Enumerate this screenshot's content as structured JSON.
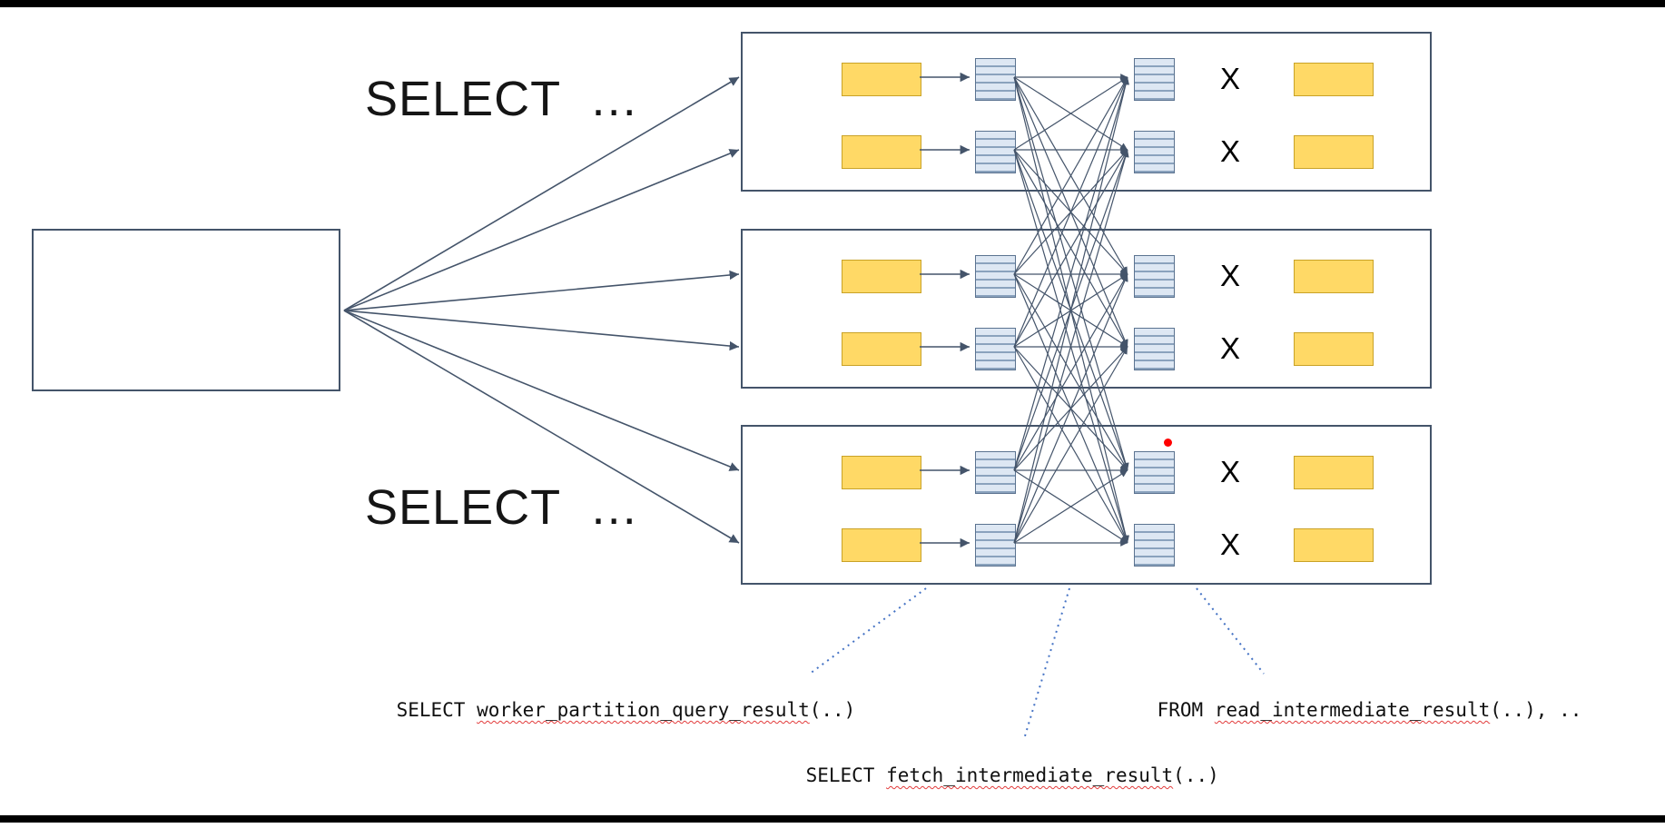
{
  "labels": {
    "select_top": "SELECT  …",
    "select_bottom": "SELECT  …",
    "x": "X"
  },
  "annotations": {
    "partition": {
      "keyword": "SELECT ",
      "func": "worker_partition_query_result",
      "suffix": "(..)"
    },
    "read": {
      "keyword": "FROM ",
      "func": "read_intermediate_result",
      "suffix": "(..), .."
    },
    "fetch": {
      "keyword": "SELECT ",
      "func": "fetch_intermediate_result",
      "suffix": "(..)"
    }
  },
  "colors": {
    "outline": "#44546A",
    "yellow_fill": "#FFD966",
    "yellow_border": "#C9A227",
    "stripe_fill": "#DDE7F3",
    "stripe_line": "#8AA2BD",
    "dotted_line": "#4472C4",
    "squiggle": "#E23B3B",
    "marker_dot": "#FF0000"
  },
  "diagram": {
    "workers": 3,
    "rows_per_worker": 2
  }
}
